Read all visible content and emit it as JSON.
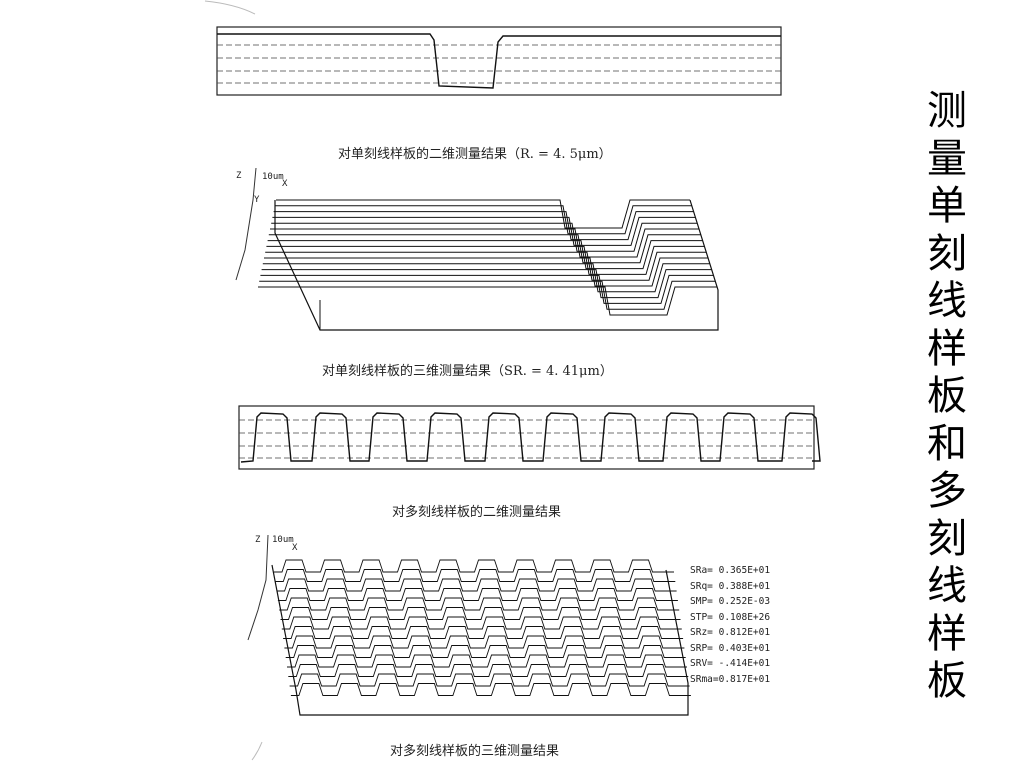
{
  "side_title": [
    "测",
    "量",
    "单",
    "刻",
    "线",
    "样",
    "板",
    "和",
    "多",
    "刻",
    "线",
    "样",
    "板"
  ],
  "captions": {
    "fig1": "对单刻线样板的二维测量结果（R. = 4. 5μm）",
    "fig2": "对单刻线样板的三维测量结果（SR. = 4. 41μm）",
    "fig3": "对多刻线样板的二维测量结果",
    "fig4": "对多刻线样板的三维测量结果"
  },
  "axis_labels": {
    "z": "Z",
    "scale_top": "10um",
    "x": "X",
    "y": "Y",
    "scale_bottom": "10um"
  },
  "stats": [
    "SRa= 0.365E+01",
    "SRq= 0.388E+01",
    "SMP= 0.252E-03",
    "STP= 0.108E+26",
    "SRz= 0.812E+01",
    "SRP= 0.403E+01",
    "SRV= -.414E+01",
    "SRma=0.817E+01"
  ]
}
